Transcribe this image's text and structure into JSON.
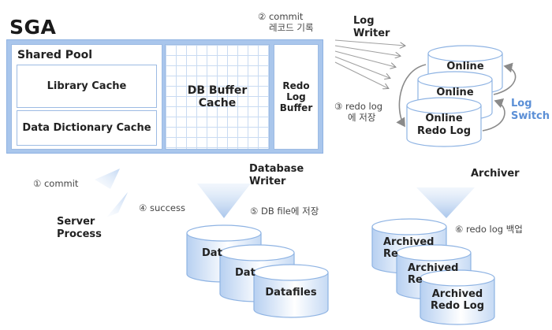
{
  "sga": {
    "title": "SGA",
    "shared_pool": {
      "label": "Shared Pool",
      "library_cache": "Library Cache",
      "data_dictionary_cache": "Data Dictionary Cache"
    },
    "db_buffer_cache": [
      "DB Buffer",
      "Cache"
    ],
    "redo_log_buffer": [
      "Redo",
      "Log",
      "Buffer"
    ]
  },
  "processes": {
    "log_writer": [
      "Log",
      "Writer"
    ],
    "database_writer": [
      "Database",
      "Writer"
    ],
    "archiver": "Archiver",
    "server_process": [
      "Server",
      "Process"
    ],
    "log_switch": [
      "Log",
      "Switch"
    ]
  },
  "steps": {
    "step1": "① commit",
    "step2": [
      "② commit",
      "레코드 기록"
    ],
    "step3": [
      "③ redo log",
      "에 저장"
    ],
    "step4": "④ success",
    "step5": "⑤ DB file에 저장",
    "step6": "⑥ redo log 백업"
  },
  "online_logs": [
    "Online",
    "Online",
    "Online",
    "Redo Log"
  ],
  "datafiles": [
    "Dat",
    "Dat",
    "Datafiles"
  ],
  "archived_logs": {
    "line1": "Archived",
    "line2_partial": "Re",
    "line2_full": "Redo Log"
  },
  "colors": {
    "sga_frame": "#a9c6ec",
    "panel_border": "#9dbbe3",
    "log_switch_text": "#5b8fd6",
    "cylinder_fill": "#cfe0f6",
    "cylinder_stroke": "#8eb3e3",
    "arrow_gray": "#8a8a8a"
  }
}
